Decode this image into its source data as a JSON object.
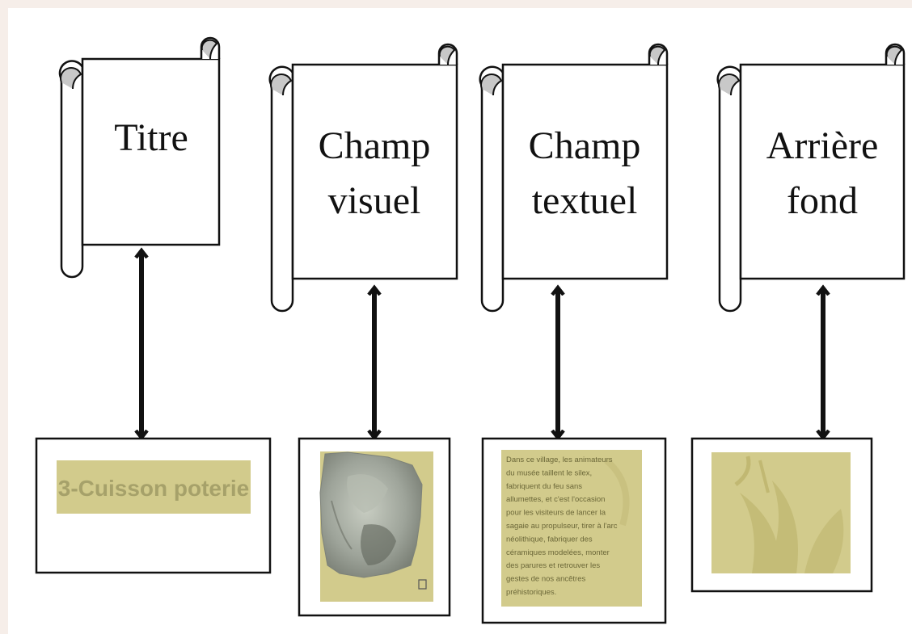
{
  "concepts": [
    {
      "id": "titre",
      "lines": [
        "Titre"
      ]
    },
    {
      "id": "champ-visuel",
      "lines": [
        "Champ",
        "visuel"
      ]
    },
    {
      "id": "champ-textuel",
      "lines": [
        "Champ",
        "textuel"
      ]
    },
    {
      "id": "arriere-fond",
      "lines": [
        "Arrière",
        "fond"
      ]
    }
  ],
  "examples": {
    "title_text": "3-Cuisson poterie",
    "paragraph_lines": [
      "Dans ce village, les animateurs",
      "du musée taillent le silex,",
      "fabriquent du feu sans",
      "allumettes, et c'est l'occasion",
      "pour les visiteurs de lancer la",
      "sagaie au propulseur, tirer à l'arc",
      "néolithique, fabriquer des",
      "céramiques modelées, monter",
      "des parures et retrouver les",
      "gestes de nos ancêtres",
      "préhistoriques."
    ]
  },
  "colors": {
    "olive_background": "#d2cb8c",
    "olive_text": "#a6a16a",
    "stone_gray": "#9ea49a",
    "scroll_curl": "#c8c8c8",
    "page_border": "#f6eee9"
  }
}
